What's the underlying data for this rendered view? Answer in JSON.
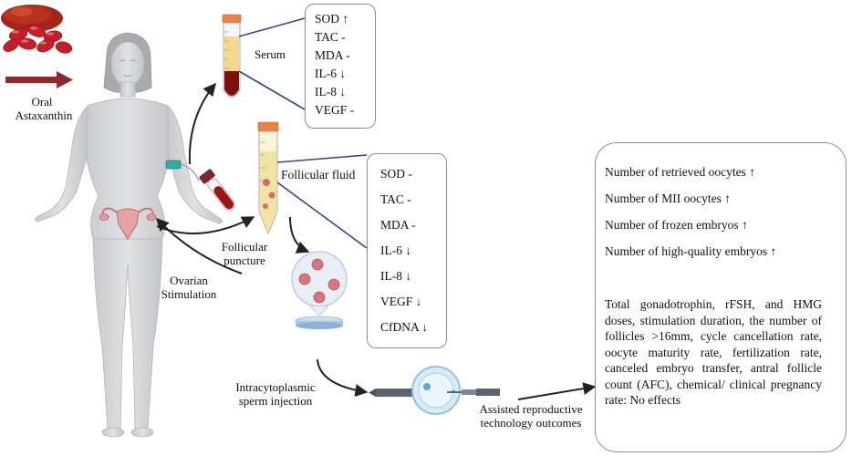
{
  "labels": {
    "oral": "Oral",
    "astaxanthin": "Astaxanthin",
    "serum": "Serum",
    "follicular_fluid": "Follicular fluid",
    "follicular": "Follicular",
    "puncture": "puncture",
    "ovarian": "Ovarian",
    "stimulation": "Stimulation",
    "icsi_1": "Intracytoplasmic",
    "icsi_2": "sperm injection",
    "art_1": "Assisted reproductive",
    "art_2": "technology outcomes"
  },
  "serum_markers": [
    "SOD ↑",
    "TAC -",
    "MDA -",
    "IL-6 ↓",
    "IL-8 ↓",
    "VEGF -"
  ],
  "follicular_markers": [
    "SOD -",
    "TAC -",
    "MDA -",
    "IL-6 ↓",
    "IL-8 ↓",
    "VEGF ↓",
    "CfDNA ↓"
  ],
  "outcomes_improved": [
    "Number of retrieved oocytes ↑",
    "Number of MII oocytes ↑",
    "Number of frozen embryos ↑",
    "Number of high-quality embryos ↑"
  ],
  "outcomes_no_effect": "Total gonadotrophin, rFSH, and HMG doses, stimulation duration, the number of follicles >16mm, cycle cancellation rate, oocyte maturity rate, fertilization rate, canceled embryo transfer, antral follicle count (AFC), chemical/ clinical pregnancy rate: No effects",
  "colors": {
    "capsule_red": "#c0282b",
    "arrow_dark_red": "#8c2a2e",
    "line_blue": "#2e4a86",
    "blood": "#7a1010",
    "body_gray": "#d3d4d6"
  }
}
